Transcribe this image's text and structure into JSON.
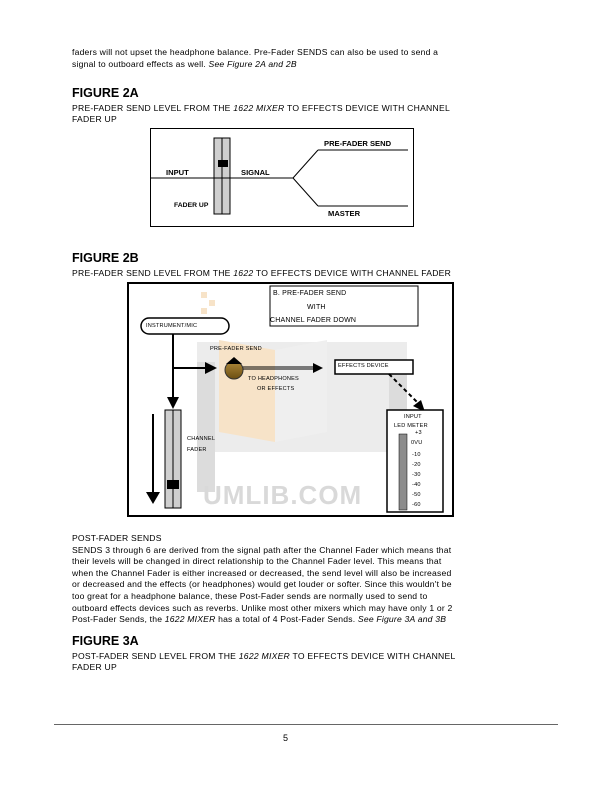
{
  "intro": {
    "line1": "faders will not upset the headphone balance.  Pre-Fader SENDS can also be used to send a",
    "line2_a": "signal to outboard effects as well.  ",
    "line2_b": "See Figure 2A  and 2B"
  },
  "fig2a": {
    "title": "FIGURE 2A",
    "cap_a": "PRE-FADER SEND LEVEL FROM THE ",
    "cap_b": "1622  MIXER",
    "cap_c": " TO EFFECTS DEVICE WITH CHANNEL",
    "cap_d": "FADER UP",
    "labels": {
      "input": "INPUT",
      "signal": "SIGNAL",
      "fader_up": "FADER UP",
      "pre_fader_send": "PRE-FADER SEND",
      "master": "MASTER"
    }
  },
  "fig2b": {
    "title": "FIGURE 2B",
    "cap_a": "PRE-FADER SEND LEVEL FROM THE ",
    "cap_b": "1622",
    "cap_c": " TO EFFECTS DEVICE WITH CHANNEL FADER",
    "labels": {
      "box_line1": "B. PRE-FADER SEND",
      "box_line2": "WITH",
      "box_line3": "CHANNEL FADER DOWN",
      "instrument": "INSTRUMENT/MIC",
      "pre_fader_send": "PRE-FADER SEND",
      "effects_device": "EFFECTS DEVICE",
      "to_headphones": "TO HEADPHONES",
      "or_effects": "OR EFFECTS",
      "channel": "CHANNEL",
      "fader": "FADER",
      "input": "INPUT",
      "led_meter": "LED METER",
      "meter_ticks": [
        "+3",
        "0VU",
        "-10",
        "-20",
        "-30",
        "-40",
        "-50",
        "-60"
      ]
    },
    "watermark": "UMLIB.COM"
  },
  "post_fader": {
    "heading": "POST-FADER SENDS",
    "l1": "SENDS 3 through 6 are derived from the signal path after the Channel Fader which means that",
    "l2": "their levels will be changed in direct relationship to the Channel Fader level.  This means that",
    "l3": "when the Channel Fader is either increased or decreased, the send level will also be increased",
    "l4": "or decreased and the effects (or headphones) would get louder or softer.  Since this wouldn't be",
    "l5": "too great for a headphone balance, these Post-Fader sends are normally used to send to",
    "l6": "outboard effects devices such as reverbs.  Unlike most other mixers which may have only 1 or 2",
    "l7_a": "Post-Fader Sends, the ",
    "l7_b": "1622 MIXER",
    "l7_c": " has a total of 4 Post-Fader Sends.  ",
    "l7_d": "See Figure 3A and 3B"
  },
  "fig3a": {
    "title": "FIGURE 3A",
    "cap_a": "POST-FADER SEND LEVEL FROM THE ",
    "cap_b": "1622 MIXER",
    "cap_c": " TO EFFECTS DEVICE WITH CHANNEL",
    "cap_d": "FADER UP"
  },
  "footer": {
    "page_number": "5"
  }
}
